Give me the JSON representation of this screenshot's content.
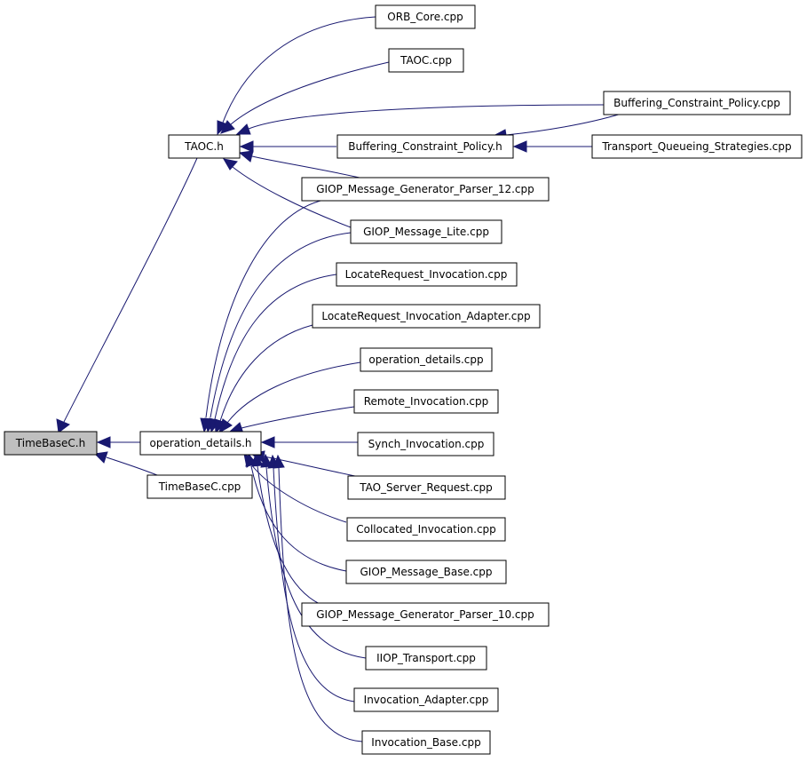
{
  "colors": {
    "node_fill": "#ffffff",
    "root_fill": "#bfbfbf",
    "node_border": "#000000",
    "edge": "#191970"
  },
  "nodes": {
    "TimeBaseC_h": "TimeBaseC.h",
    "TAOC_h": "TAOC.h",
    "operation_details_h": "operation_details.h",
    "TimeBaseC_cpp": "TimeBaseC.cpp",
    "ORB_Core_cpp": "ORB_Core.cpp",
    "TAOC_cpp": "TAOC.cpp",
    "Buffering_Constraint_Policy_cpp": "Buffering_Constraint_Policy.cpp",
    "Buffering_Constraint_Policy_h": "Buffering_Constraint_Policy.h",
    "Transport_Queueing_Strategies_cpp": "Transport_Queueing_Strategies.cpp",
    "GIOP_Message_Generator_Parser_12_cpp": "GIOP_Message_Generator_Parser_12.cpp",
    "GIOP_Message_Lite_cpp": "GIOP_Message_Lite.cpp",
    "LocateRequest_Invocation_cpp": "LocateRequest_Invocation.cpp",
    "LocateRequest_Invocation_Adapter_cpp": "LocateRequest_Invocation_Adapter.cpp",
    "operation_details_cpp": "operation_details.cpp",
    "Remote_Invocation_cpp": "Remote_Invocation.cpp",
    "Synch_Invocation_cpp": "Synch_Invocation.cpp",
    "TAO_Server_Request_cpp": "TAO_Server_Request.cpp",
    "Collocated_Invocation_cpp": "Collocated_Invocation.cpp",
    "GIOP_Message_Base_cpp": "GIOP_Message_Base.cpp",
    "GIOP_Message_Generator_Parser_10_cpp": "GIOP_Message_Generator_Parser_10.cpp",
    "IIOP_Transport_cpp": "IIOP_Transport.cpp",
    "Invocation_Adapter_cpp": "Invocation_Adapter.cpp",
    "Invocation_Base_cpp": "Invocation_Base.cpp"
  },
  "edges": [
    {
      "from": "TAOC_h",
      "to": "TimeBaseC_h"
    },
    {
      "from": "operation_details_h",
      "to": "TimeBaseC_h"
    },
    {
      "from": "TimeBaseC_cpp",
      "to": "TimeBaseC_h"
    },
    {
      "from": "ORB_Core_cpp",
      "to": "TAOC_h"
    },
    {
      "from": "TAOC_cpp",
      "to": "TAOC_h"
    },
    {
      "from": "Buffering_Constraint_Policy_cpp",
      "to": "TAOC_h"
    },
    {
      "from": "Buffering_Constraint_Policy_h",
      "to": "TAOC_h"
    },
    {
      "from": "GIOP_Message_Generator_Parser_12_cpp",
      "to": "TAOC_h"
    },
    {
      "from": "GIOP_Message_Lite_cpp",
      "to": "TAOC_h"
    },
    {
      "from": "Buffering_Constraint_Policy_cpp",
      "to": "Buffering_Constraint_Policy_h"
    },
    {
      "from": "Transport_Queueing_Strategies_cpp",
      "to": "Buffering_Constraint_Policy_h"
    },
    {
      "from": "GIOP_Message_Generator_Parser_12_cpp",
      "to": "operation_details_h"
    },
    {
      "from": "GIOP_Message_Lite_cpp",
      "to": "operation_details_h"
    },
    {
      "from": "LocateRequest_Invocation_cpp",
      "to": "operation_details_h"
    },
    {
      "from": "LocateRequest_Invocation_Adapter_cpp",
      "to": "operation_details_h"
    },
    {
      "from": "operation_details_cpp",
      "to": "operation_details_h"
    },
    {
      "from": "Remote_Invocation_cpp",
      "to": "operation_details_h"
    },
    {
      "from": "Synch_Invocation_cpp",
      "to": "operation_details_h"
    },
    {
      "from": "TAO_Server_Request_cpp",
      "to": "operation_details_h"
    },
    {
      "from": "Collocated_Invocation_cpp",
      "to": "operation_details_h"
    },
    {
      "from": "GIOP_Message_Base_cpp",
      "to": "operation_details_h"
    },
    {
      "from": "GIOP_Message_Generator_Parser_10_cpp",
      "to": "operation_details_h"
    },
    {
      "from": "IIOP_Transport_cpp",
      "to": "operation_details_h"
    },
    {
      "from": "Invocation_Adapter_cpp",
      "to": "operation_details_h"
    },
    {
      "from": "Invocation_Base_cpp",
      "to": "operation_details_h"
    }
  ]
}
